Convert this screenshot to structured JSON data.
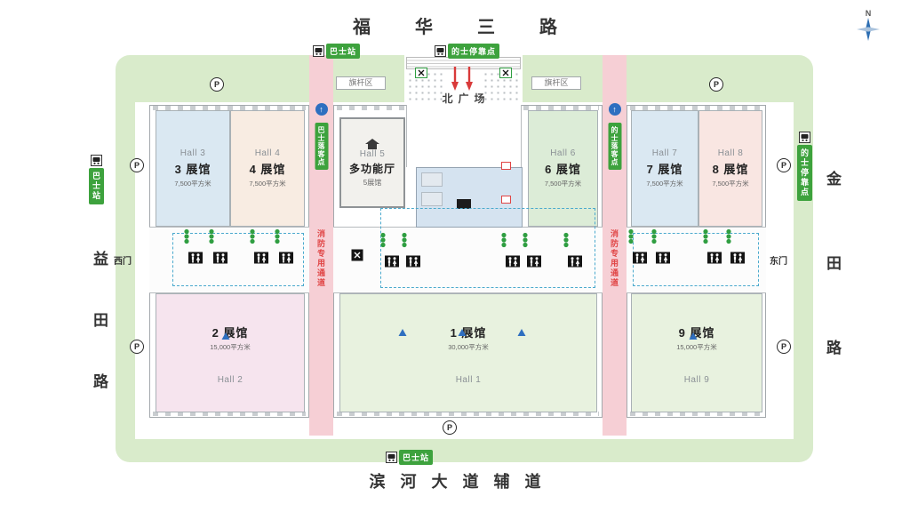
{
  "roads": {
    "top": "福华三路",
    "bottom": "滨河大道辅道",
    "left": "益田路",
    "right": "金田路"
  },
  "plaza": {
    "name": "北广场",
    "flag_area": "旗杆区"
  },
  "gates": {
    "west": "西门",
    "east": "东门"
  },
  "fire_lane": "消防专用通道",
  "compass": "N",
  "transport": {
    "bus_station": "巴士站",
    "taxi_stop": "的士停靠点",
    "bus_dropoff": "巴士落客点",
    "taxi_dropoff": "的士落客点",
    "parking": "P"
  },
  "halls": {
    "h1": {
      "en": "Hall 1",
      "cn": "1 展馆",
      "area": "30,000平方米"
    },
    "h2": {
      "en": "Hall 2",
      "cn": "2 展馆",
      "area": "15,000平方米"
    },
    "h3": {
      "en": "Hall 3",
      "cn": "3 展馆",
      "area": "7,500平方米"
    },
    "h4": {
      "en": "Hall 4",
      "cn": "4 展馆",
      "area": "7,500平方米"
    },
    "h5": {
      "en": "Hall 5",
      "cn": "多功能厅",
      "sub": "5展馆"
    },
    "h6": {
      "en": "Hall 6",
      "cn": "6 展馆",
      "area": "7,500平方米"
    },
    "h7": {
      "en": "Hall 7",
      "cn": "7 展馆",
      "area": "7,500平方米"
    },
    "h8": {
      "en": "Hall 8",
      "cn": "8 展馆",
      "area": "7,500平方米"
    },
    "h9": {
      "en": "Hall 9",
      "cn": "9 展馆",
      "area": "15,000平方米"
    }
  },
  "colors": {
    "strip_green": "#d9ebcb",
    "label_green": "#3da23d",
    "road_pink": "#f6cfd5",
    "fire_red": "#e04545",
    "hall_blue": "#dae8f2",
    "hall_peach": "#f8ece2",
    "hall_pink": "#f6e4ee",
    "hall_rose": "#f9e6e2",
    "hall_green": "#e8f2df",
    "hall_green2": "#dcecd7",
    "hall_gray": "#f2f1ed",
    "lobby_blue": "#d5e3f0",
    "dash_blue": "#4aa9cd",
    "signal_green": "#2f9e41",
    "circle_blue": "#2e6fc0",
    "arrow_red": "#d93a3a"
  }
}
